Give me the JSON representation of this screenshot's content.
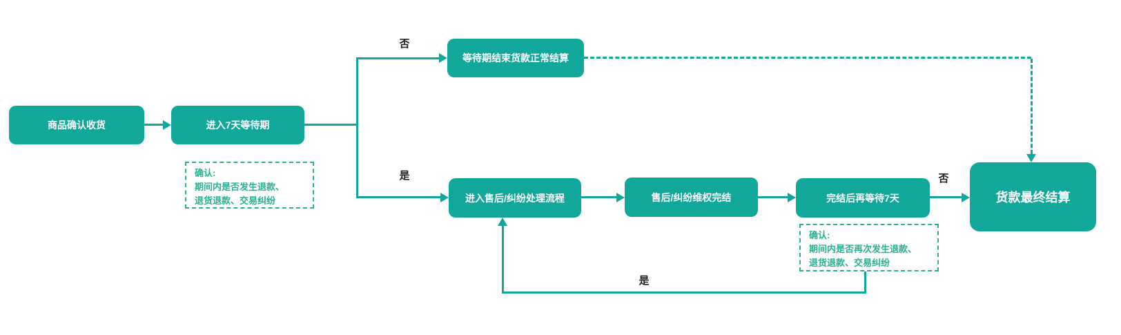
{
  "flowchart": {
    "nodes": {
      "confirm_receipt": "商品确认收货",
      "waiting_period": "进入7天等待期",
      "normal_settlement": "等待期结束货款正常结算",
      "dispute_process": "进入售后/纠纷处理流程",
      "dispute_completed": "售后/纠纷维权完结",
      "wait_again": "完结后再等待7天",
      "final_settlement": "货款最终结算"
    },
    "edge_labels": {
      "top_no": "否",
      "mid_yes": "是",
      "right_no": "否",
      "bottom_yes": "是"
    },
    "notes": {
      "first": {
        "heading": "确认:",
        "lines": [
          "期间内是否发生退款、",
          "退货退款、交易纠纷"
        ]
      },
      "second": {
        "heading": "确认:",
        "lines": [
          "期间内是否再次发生退款、",
          "退货退款、交易纠纷"
        ]
      }
    },
    "colors": {
      "node_fill": "#12a79b",
      "node_text": "#ffffff",
      "connector": "#12a79b",
      "note_accent": "#27b093",
      "edge_label_text": "#1f1f1f",
      "background": "#ffffff"
    }
  }
}
